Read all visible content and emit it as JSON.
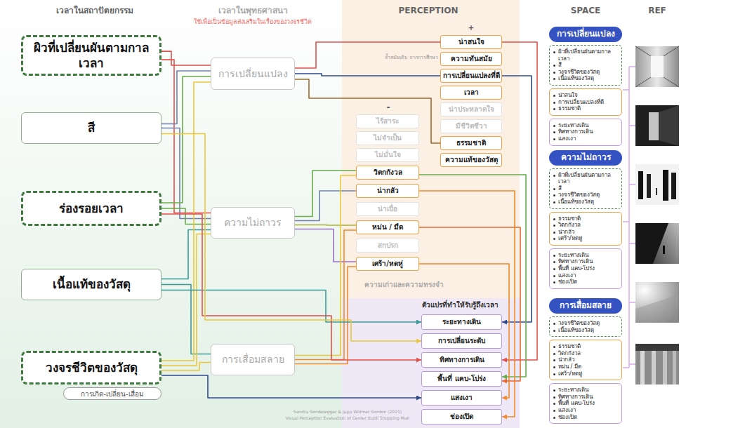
{
  "diagram": {
    "nodes": [
      {
        "text": [
          "ผิวที่เปลี่ยนผันตามกาลเวลา"
        ]
      },
      {
        "text": [
          "สี"
        ]
      },
      {
        "text": [
          "ร่องรอยเวลา"
        ]
      },
      {
        "text": [
          "เนื้อแท้ของวัสดุ"
        ]
      },
      {
        "text": [
          "วงจรชีวิตของวัสดุ"
        ]
      },
      {
        "text": [
          "การเกิด-เปลี่ยน-เสื่อม"
        ]
      },
      {
        "text": [
          "การเปลี่ยนแปลง"
        ]
      },
      {
        "text": [
          "ความไม่ถาวร"
        ]
      },
      {
        "text": [
          "การเสื่อมสลาย"
        ]
      },
      {
        "text": [
          "น่าสนใจ"
        ]
      },
      {
        "text": [
          "ความทันสมัย"
        ]
      },
      {
        "text": [
          "การเปลี่ยนแปลงที่ดี"
        ]
      },
      {
        "text": [
          "เวลา"
        ]
      },
      {
        "text": [
          "น่าประหลาดใจ"
        ]
      },
      {
        "text": [
          "มีชีวิตชีวา"
        ]
      },
      {
        "text": [
          "ธรรมชาติ"
        ]
      },
      {
        "text": [
          "ความแท้ของวัสดุ"
        ]
      },
      {
        "text": [
          "ไร้สาระ"
        ]
      },
      {
        "text": [
          "ไม่จำเป็น"
        ]
      },
      {
        "text": [
          "ไม่มั่นใจ"
        ]
      },
      {
        "text": [
          "วิตกกังวล"
        ]
      },
      {
        "text": [
          "น่ากลัว"
        ]
      },
      {
        "text": [
          "น่าเบื่อ"
        ]
      },
      {
        "text": [
          "หม่น / มืด"
        ]
      },
      {
        "text": [
          "สกปรก"
        ]
      },
      {
        "text": [
          "เศร้า/หดหู่"
        ]
      },
      {
        "text": [
          "ระยะทางเดิน"
        ]
      },
      {
        "text": [
          "การเปลี่ยนระดับ"
        ]
      },
      {
        "text": [
          "ทิศทางการเดิน"
        ]
      },
      {
        "text": [
          "พื้นที่ แคบ-โปร่ง"
        ]
      },
      {
        "text": [
          "แสงเงา"
        ]
      },
      {
        "text": [
          "ช่องเปิด"
        ]
      },
      {
        "text": [
          "การเปลี่ยนแปลง"
        ]
      },
      {
        "text": [
          "ผิวที่เปลี่ยนผันตามกาลเวลา",
          "สี",
          "วงจรชีวิตของวัสดุ",
          "เนื้อแท้ของวัสดุ"
        ]
      },
      {
        "text": [
          "น่าสนใจ",
          "การเปลี่ยนแปลงที่ดี",
          "ธรรมชาติ"
        ]
      },
      {
        "text": [
          "ระยะทางเดิน",
          "ทิศทางการเดิน",
          "แสงเงา"
        ]
      },
      {
        "text": [
          "ความไม่ถาวร"
        ]
      },
      {
        "text": [
          "ผิวที่เปลี่ยนผันตามกาลเวลา",
          "สี",
          "วงจรชีวิตของวัสดุ",
          "เนื้อแท้ของวัสดุ"
        ]
      },
      {
        "text": [
          "ธรรมชาติ",
          "วิตกกังวล",
          "น่ากลัว",
          "เศร้า/หดหู่"
        ]
      },
      {
        "text": [
          "ระยะทางเดิน",
          "ทิศทางการเดิน",
          "พื้นที่ แคบ-โปร่ง",
          "แสงเงา",
          "ช่องเปิด"
        ]
      },
      {
        "text": [
          "การเสื่อมสลาย"
        ]
      },
      {
        "text": [
          "วงจรชีวิตของวัสดุ",
          "เนื้อแท้ของวัสดุ"
        ]
      },
      {
        "text": [
          "ธรรมชาติ",
          "วิตกกังวล",
          "น่ากลัว",
          "หม่น / มืด",
          "เศร้า/หดหู่"
        ]
      },
      {
        "text": [
          "ระยะทางเดิน",
          "ทิศทางการเดิน",
          "พื้นที่ แคบ-โปร่ง",
          "แสงเงา",
          "ช่องเปิด"
        ]
      }
    ],
    "edges": [
      {
        "from": 0,
        "to": 6,
        "arrow": "none"
      },
      {
        "from": 0,
        "to": 7,
        "arrow": "none"
      },
      {
        "from": 1,
        "to": 6,
        "arrow": "none"
      },
      {
        "from": 1,
        "to": 7,
        "arrow": "none"
      },
      {
        "from": 2,
        "to": 6,
        "arrow": "none"
      },
      {
        "from": 2,
        "to": 7,
        "arrow": "none"
      },
      {
        "from": 3,
        "to": 7,
        "arrow": "none"
      },
      {
        "from": 3,
        "to": 8,
        "arrow": "none"
      },
      {
        "from": 4,
        "to": 6,
        "arrow": "none"
      },
      {
        "from": 4,
        "to": 7,
        "arrow": "none"
      },
      {
        "from": 4,
        "to": 8,
        "arrow": "none"
      },
      {
        "from": 6,
        "to": 9,
        "arrow": "none"
      },
      {
        "from": 6,
        "to": 11,
        "arrow": "none"
      },
      {
        "from": 6,
        "to": 15,
        "arrow": "none"
      },
      {
        "from": 7,
        "to": 20,
        "arrow": "none"
      },
      {
        "from": 7,
        "to": 21,
        "arrow": "none"
      },
      {
        "from": 7,
        "to": 23,
        "arrow": "none"
      },
      {
        "from": 7,
        "to": 25,
        "arrow": "none"
      },
      {
        "from": 8,
        "to": 20,
        "arrow": "none"
      },
      {
        "from": 8,
        "to": 23,
        "arrow": "none"
      },
      {
        "from": 8,
        "to": 25,
        "arrow": "none"
      },
      {
        "from": 3,
        "to": 26,
        "arrow": "to"
      },
      {
        "from": 2,
        "to": 28,
        "arrow": "to"
      },
      {
        "from": 4,
        "to": 30,
        "arrow": "to"
      },
      {
        "from": 1,
        "to": 27,
        "arrow": "to"
      },
      {
        "from": 9,
        "to": 28,
        "arrow": "to"
      },
      {
        "from": 11,
        "to": 26,
        "arrow": "to"
      },
      {
        "from": 20,
        "to": 29,
        "arrow": "to"
      },
      {
        "from": 21,
        "to": 31,
        "arrow": "to"
      },
      {
        "from": 25,
        "to": 30,
        "arrow": "to"
      },
      {
        "from": 23,
        "to": 29,
        "arrow": "to"
      }
    ],
    "labels": [
      "เวลาในสถาปัตยกรรม",
      "เวลาในพุทธศาสนา",
      "ใช้เพื่อเป็นข้อมูลส่งเสริมในเรื่องของวงจรชีวิต",
      "PERCEPTION",
      "SPACE",
      "REF",
      "+",
      "ล้ำสมัยเดิม จากการศึกษา",
      "-",
      "ความเก่าและความทรงจำ",
      "ตัวแปรที่ทำให้รับรู้ถึงเวลา",
      "Sandra Sonderegger & Jupp Widmer Gordon (2021)",
      "Visual Perception Evaluation of Center Buidi Shopping Mall"
    ]
  }
}
